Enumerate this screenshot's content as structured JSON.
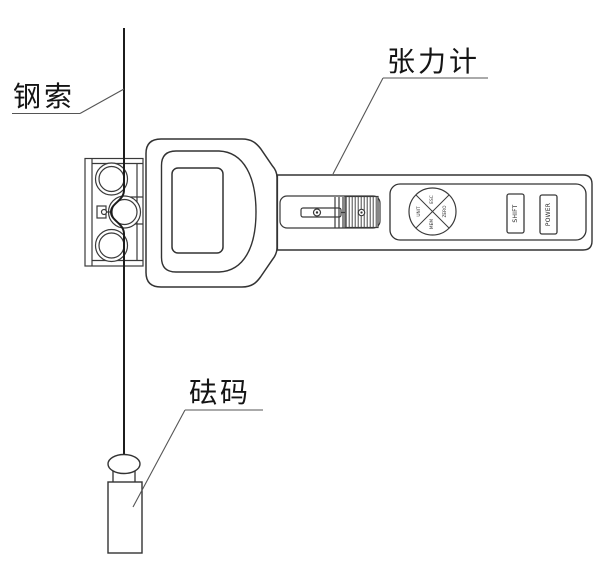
{
  "diagram": {
    "labels": {
      "cable": "钢索",
      "tension_meter": "张力计",
      "weight": "砝码"
    },
    "device": {
      "buttons": {
        "shift": "SHIFT",
        "power": "POWER"
      },
      "nav_pad": {
        "top": "ESC",
        "right": "ZERO",
        "bottom": "MEM",
        "left": "UNIT"
      }
    },
    "colors": {
      "background": "#ffffff",
      "outline": "#333333",
      "cable": "#1c1c1c",
      "leader": "#555555",
      "text": "#141414"
    }
  }
}
